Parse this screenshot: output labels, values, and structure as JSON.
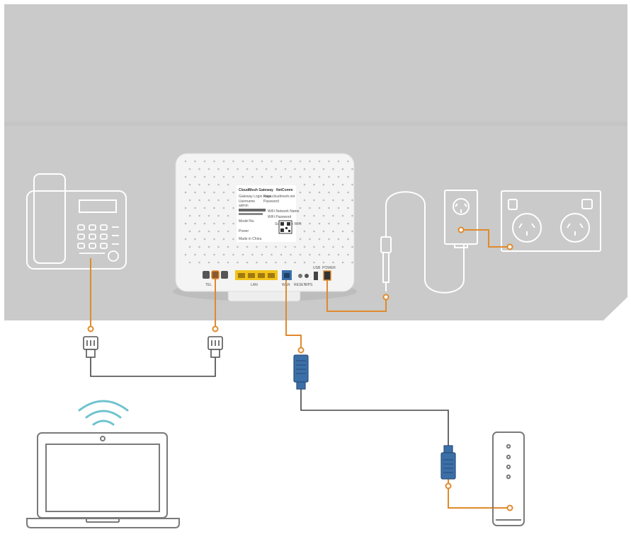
{
  "colors": {
    "wall": "#c9cac9",
    "floor": "#ffffff",
    "device_outline": "#ffffff",
    "line_art": "#7a7a7a",
    "orange_cable": "#e08a2c",
    "black_cable": "#444444",
    "blue_connector": "#3b6fa8",
    "yellow_port": "#f2c31a",
    "wifi": "#6fc3cf"
  },
  "router": {
    "brand": "CloudMesh Gateway",
    "logo_text": "NetComm",
    "login_label": "Gateway Login Page",
    "login_url": "www.cloudmesh.net",
    "username_label": "Username",
    "username_value": "admin",
    "password_label": "Password",
    "wifi_name_label": "WiFi Network Name",
    "wifi_password_label": "WiFi Password",
    "scan_label": "Scan to join WiFi",
    "model_label": "Model No.",
    "power_label": "Power",
    "made_in": "Made in China",
    "port_labels": {
      "tel": "TEL",
      "lan": "LAN",
      "wan": "WAN",
      "reset": "RESET",
      "wps": "WPS",
      "usb": "USB",
      "power": "POWER"
    }
  },
  "icons": [
    "desk-phone-icon",
    "laptop-icon",
    "wifi-signal-icon",
    "modem-icon",
    "power-adapter-icon",
    "wall-socket-icon",
    "rj11-plug-icon",
    "ethernet-plug-icon"
  ]
}
